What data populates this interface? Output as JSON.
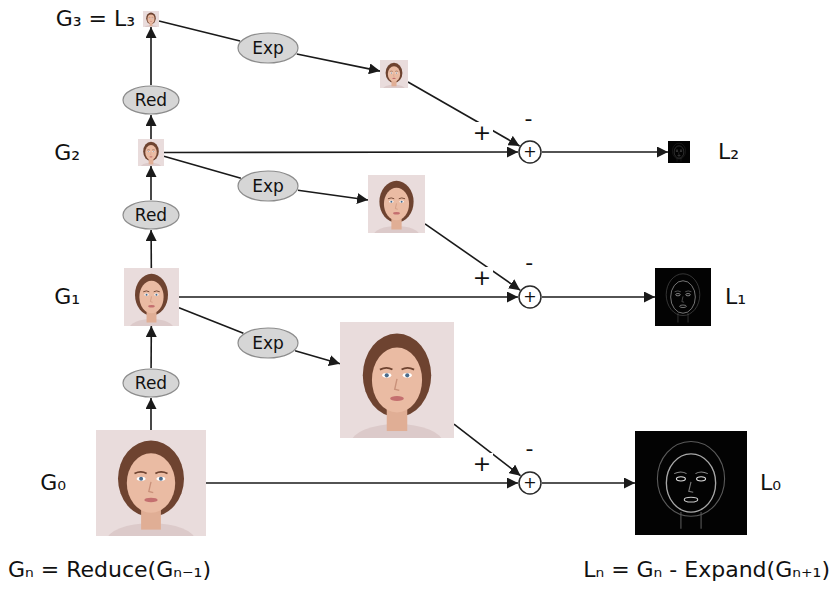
{
  "diagram": {
    "nodes": [
      {
        "text": [
          "G₃ = L₃"
        ]
      },
      {
        "text": [
          "Exp"
        ]
      },
      {
        "text": [
          "Red"
        ]
      },
      {
        "text": [
          "G₂"
        ]
      },
      {
        "text": [
          "+"
        ]
      },
      {
        "text": [
          "L₂"
        ]
      },
      {
        "text": [
          "Exp"
        ]
      },
      {
        "text": [
          "Red"
        ]
      },
      {
        "text": [
          "G₁"
        ]
      },
      {
        "text": [
          "+"
        ]
      },
      {
        "text": [
          "L₁"
        ]
      },
      {
        "text": [
          "Exp"
        ]
      },
      {
        "text": [
          "Red"
        ]
      },
      {
        "text": [
          "G₀"
        ]
      },
      {
        "text": [
          "+"
        ]
      },
      {
        "text": [
          "L₀"
        ]
      }
    ],
    "edges": [
      {
        "from": 3,
        "to": 2,
        "arrow": "to"
      },
      {
        "from": 2,
        "to": 0,
        "arrow": "to"
      },
      {
        "from": 0,
        "to": 1,
        "arrow": "none"
      },
      {
        "from": 1,
        "to": 4,
        "arrow": "to",
        "label": "-"
      },
      {
        "from": 3,
        "to": 4,
        "arrow": "to",
        "label": "+"
      },
      {
        "from": 4,
        "to": 5,
        "arrow": "to"
      },
      {
        "from": 8,
        "to": 7,
        "arrow": "to"
      },
      {
        "from": 7,
        "to": 3,
        "arrow": "to"
      },
      {
        "from": 3,
        "to": 6,
        "arrow": "none"
      },
      {
        "from": 6,
        "to": 9,
        "arrow": "to",
        "label": "-"
      },
      {
        "from": 8,
        "to": 9,
        "arrow": "to",
        "label": "+"
      },
      {
        "from": 9,
        "to": 10,
        "arrow": "to"
      },
      {
        "from": 13,
        "to": 12,
        "arrow": "to"
      },
      {
        "from": 12,
        "to": 8,
        "arrow": "to"
      },
      {
        "from": 8,
        "to": 11,
        "arrow": "none"
      },
      {
        "from": 11,
        "to": 14,
        "arrow": "to",
        "label": "-"
      },
      {
        "from": 13,
        "to": 14,
        "arrow": "to",
        "label": "+"
      },
      {
        "from": 14,
        "to": 15,
        "arrow": "to"
      }
    ],
    "labels": [
      "Gₙ = Reduce(Gₙ₋₁)",
      "Lₙ = Gₙ - Expand(Gₙ₊₁)"
    ]
  }
}
